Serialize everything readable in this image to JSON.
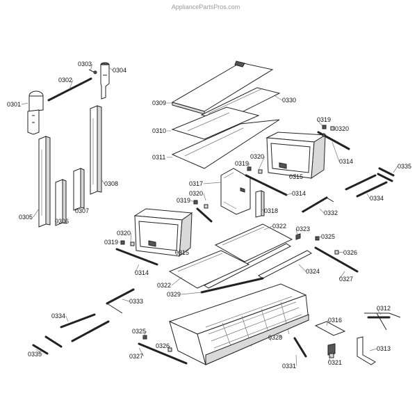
{
  "watermark": "AppliancePartsPros.com",
  "labels": [
    "0303",
    "0304",
    "0302",
    "0301",
    "0309",
    "0330",
    "0310",
    "0311",
    "0319",
    "0320",
    "0314",
    "0335",
    "0319",
    "0320",
    "0317",
    "0320",
    "0319",
    "0314",
    "0315",
    "0308",
    "0305",
    "0306",
    "0307",
    "0334",
    "0318",
    "0332",
    "0322",
    "0323",
    "0320",
    "0325",
    "0319",
    "0326",
    "0315",
    "0314",
    "0324",
    "0327",
    "0322",
    "0329",
    "0333",
    "0312",
    "0334",
    "0316",
    "0328",
    "0325",
    "0326",
    "0313",
    "0335",
    "0327",
    "0331",
    "0321"
  ]
}
